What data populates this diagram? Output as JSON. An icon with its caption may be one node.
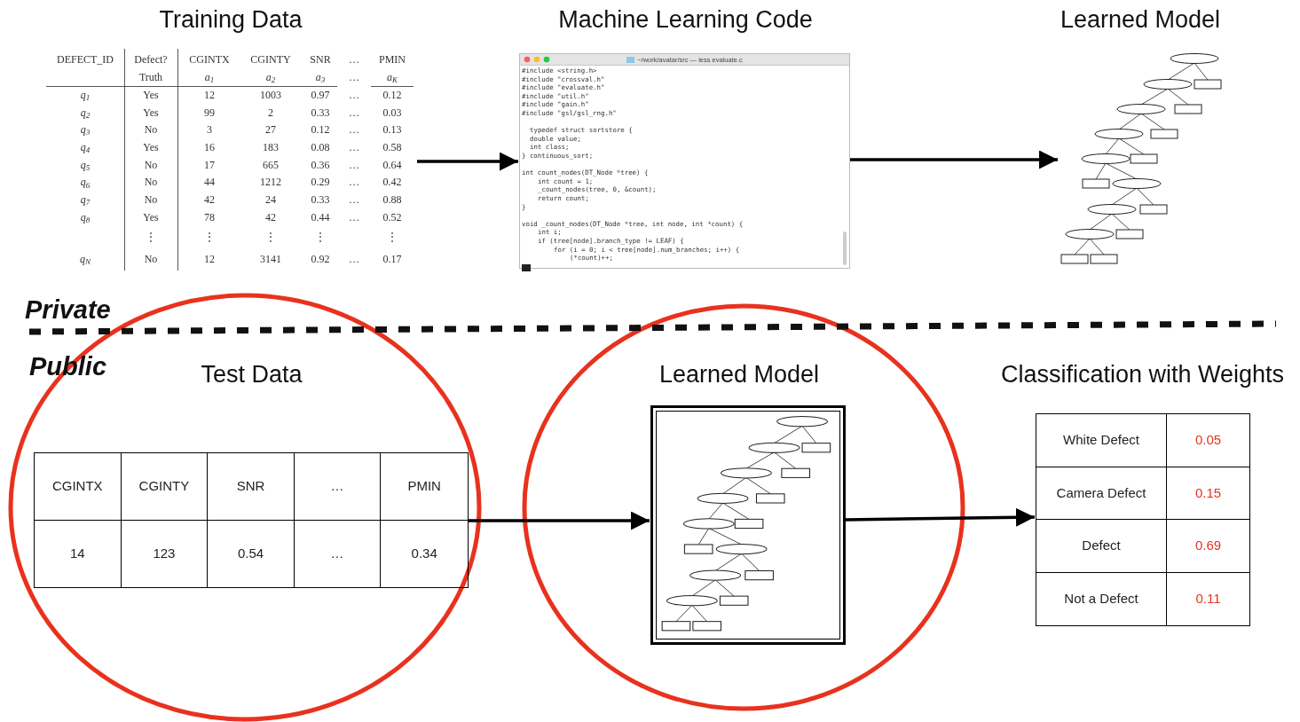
{
  "diagram": {
    "nodes": [
      {
        "text": [
          "Training Data",
          "DEFECT_ID",
          "Defect?",
          "CGINTX",
          "CGINTY",
          "SNR",
          "…",
          "PMIN",
          "Truth",
          "a$_{1}$",
          "a$_{2}$",
          "a$_{3}$",
          "…",
          "a$_{K}$",
          "q$_{1}$",
          "Yes",
          "12",
          "1003",
          "0.97",
          "…",
          "0.12",
          "q$_{2}$",
          "Yes",
          "99",
          "2",
          "0.33",
          "…",
          "0.03",
          "q$_{3}$",
          "No",
          "3",
          "27",
          "0.12",
          "…",
          "0.13",
          "q$_{4}$",
          "Yes",
          "16",
          "183",
          "0.08",
          "…",
          "0.58",
          "q$_{5}$",
          "No",
          "17",
          "665",
          "0.36",
          "…",
          "0.64",
          "q$_{6}$",
          "No",
          "44",
          "1212",
          "0.29",
          "…",
          "0.42",
          "q$_{7}$",
          "No",
          "42",
          "24",
          "0.33",
          "…",
          "0.88",
          "q$_{8}$",
          "Yes",
          "78",
          "42",
          "0.44",
          "…",
          "0.52",
          "⋮",
          "⋮",
          "⋮",
          "⋮",
          "⋮",
          "q$_{N}$",
          "No",
          "12",
          "3141",
          "0.92",
          "…",
          "0.17"
        ]
      },
      {
        "text": [
          "Machine Learning Code",
          "~/work/avatar/src — less evaluate.c",
          "#include <string.h>",
          "#include \"crossval.h\"",
          "#include \"evaluate.h\"",
          "#include \"util.h\"",
          "#include \"gain.h\"",
          "#include \"gsl/gsl_rng.h\"",
          "typedef struct sortstore {",
          "double value;",
          "int class;",
          "} continuous_sort;",
          "int count_nodes(DT_Node *tree) {",
          "int count = 1;",
          "_count_nodes(tree, 0, &count);",
          "return count;",
          "}",
          "void _count_nodes(DT_Node *tree, int node, int *count) {",
          "int i;",
          "if (tree[node].branch_type != LEAF) {",
          "for (i = 0; i < tree[node].num_branches; i++) {",
          "(*count)++;"
        ]
      },
      {
        "text": [
          "Learned Model"
        ]
      },
      {
        "text": [
          "Test Data",
          "CGINTX",
          "CGINTY",
          "SNR",
          "…",
          "PMIN",
          "14",
          "123",
          "0.54",
          "…",
          "0.34"
        ]
      },
      {
        "text": [
          "Learned Model"
        ]
      },
      {
        "text": [
          "Classification with Weights",
          "White Defect",
          "0.05",
          "Camera Defect",
          "0.15",
          "Defect",
          "0.69",
          "Not a Defect",
          "0.11"
        ]
      }
    ],
    "edges": [
      {
        "from": 0,
        "to": 1,
        "arrow": "to"
      },
      {
        "from": 1,
        "to": 2,
        "arrow": "to"
      },
      {
        "from": 3,
        "to": 4,
        "arrow": "to"
      },
      {
        "from": 4,
        "to": 5,
        "arrow": "to"
      }
    ],
    "labels": [
      "Private",
      "Public"
    ]
  }
}
